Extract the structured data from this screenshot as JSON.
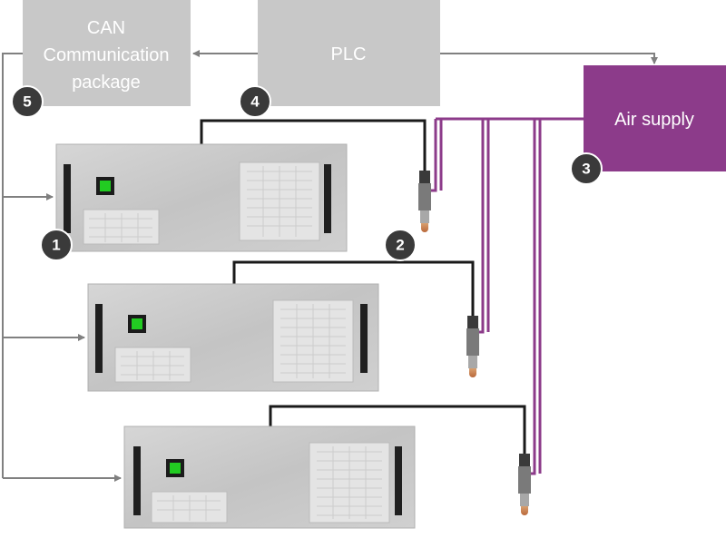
{
  "boxes": {
    "can": {
      "lines": [
        "CAN",
        "Communication",
        "package"
      ],
      "color": "#c8c8c8"
    },
    "plc": {
      "label": "PLC",
      "color": "#c8c8c8"
    },
    "air": {
      "label": "Air supply",
      "color": "#8c3b8a"
    }
  },
  "markers": [
    "1",
    "2",
    "3",
    "4",
    "5"
  ],
  "colors": {
    "gray_arrow": "#808080",
    "black_cable": "#1a1a1a",
    "purple_air_line": "#8c3b8a",
    "marker_fill": "#3a3a3a",
    "panel": "#c9c9c9",
    "indicator_green": "#22cc22"
  },
  "units": [
    {
      "name": "generator-unit-1"
    },
    {
      "name": "generator-unit-2"
    },
    {
      "name": "generator-unit-3"
    }
  ],
  "icons": [
    "torch-icon",
    "torch-icon",
    "torch-icon"
  ]
}
